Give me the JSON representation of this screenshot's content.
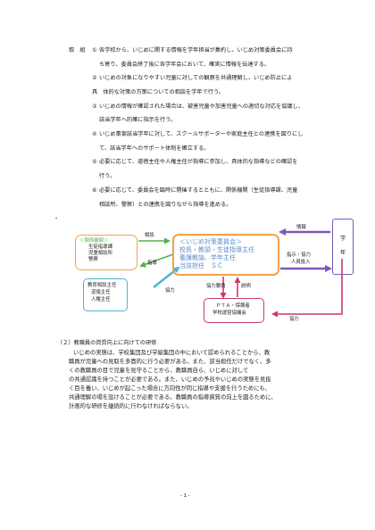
{
  "roles": {
    "label": "取　組",
    "items": [
      {
        "marker": "①",
        "lines": [
          "各学校から、いじめに関する情報を学年担当が集約し、いじめ対策委員会に持",
          "ち寄り、委員会終了後に各学年会において、確実に情報を伝達する。"
        ]
      },
      {
        "marker": "②",
        "lines": [
          "いじめの対象になりやすい児童に対しての観察を共通理解し、いじめ防止によ",
          "具　体的な対策の方策についての相談を学年で行う。"
        ]
      },
      {
        "marker": "③",
        "lines": [
          "いじめの情報が確認された場合は、被害児童や加害児童への適切な対応を協議し、",
          "該当学年へ的確に指示を行う。"
        ]
      },
      {
        "marker": "④",
        "lines": [
          "いじめ事案該当学年に対して、スクールサポーターや家庭主任との連携を図りにし",
          "て、該当学年へのサポート体制を確立する。"
        ]
      },
      {
        "marker": "⑤",
        "lines": [
          "必要に応じて、道徳主任や人権主任が指導に参加し、具体的な指導などの確認を",
          "行う。"
        ]
      },
      {
        "marker": "⑥",
        "lines": [
          "必要に応じて、委員会を臨時に開催するとともに、関係機関（生徒指導課、児童",
          "相談所、警察）との連携を図りながら指導を進める。"
        ]
      }
    ]
  },
  "bullet": "・",
  "diagram": {
    "committee": {
      "title": "＜いじめ対策委員会＞",
      "members": [
        "校長・教頭・生徒指導主任",
        "養護教諭、学年主任",
        "当該担任　ＳＣ"
      ]
    },
    "related": {
      "title": "＜関係機関＞",
      "items": [
        "生徒指導課",
        "児童相談所",
        "警察"
      ]
    },
    "staff": {
      "items": [
        "教育相談主任",
        "道徳主任",
        "人権主任"
      ]
    },
    "pta": {
      "lines": [
        "ＰＴＡ・保護者",
        "学校運営協議会"
      ]
    },
    "grade": {
      "chars": [
        "学",
        "年"
      ]
    },
    "labels": {
      "consult": "相談",
      "guidance": "指導",
      "cooperation1": "協力",
      "info": "情報",
      "instruct": [
        "指示・協力",
        "人員投入"
      ],
      "coop_request": "協力要請",
      "explain": "説明",
      "cooperation2": "協力"
    }
  },
  "section2": {
    "heading": "（２）教職員の資質向上に向けての研修",
    "lines": [
      "いじめの実態は、学校集団及び学級集団の中において認められることから、教",
      "職員が児童への見取を多面的に行う必要がある。また、該当担任だけでなく、多",
      "くの教職員の目で児童を見守ることから、教職員自ら、いじめに対して",
      "の共通認識を持つことが必要である。また、いじめの予兆やいじめの実態を見抜",
      "く目を養い、いじめが起こった場合に方向性が同じ指導や支援を行うためにも、",
      "共通理解の場を設けることが必要である。教職員の指導資質の向上を図るために、",
      "計画的な研修を継続的に行わなければならない。"
    ]
  },
  "page_number": "- 1 -",
  "colors": {
    "blue": "#5b8cc8",
    "teal": "#4bb3d8",
    "purple": "#7a5ab8",
    "orange": "#f2a24a",
    "green": "#55b04a",
    "pink": "#c93a6c",
    "text": "#1a1a1a"
  }
}
